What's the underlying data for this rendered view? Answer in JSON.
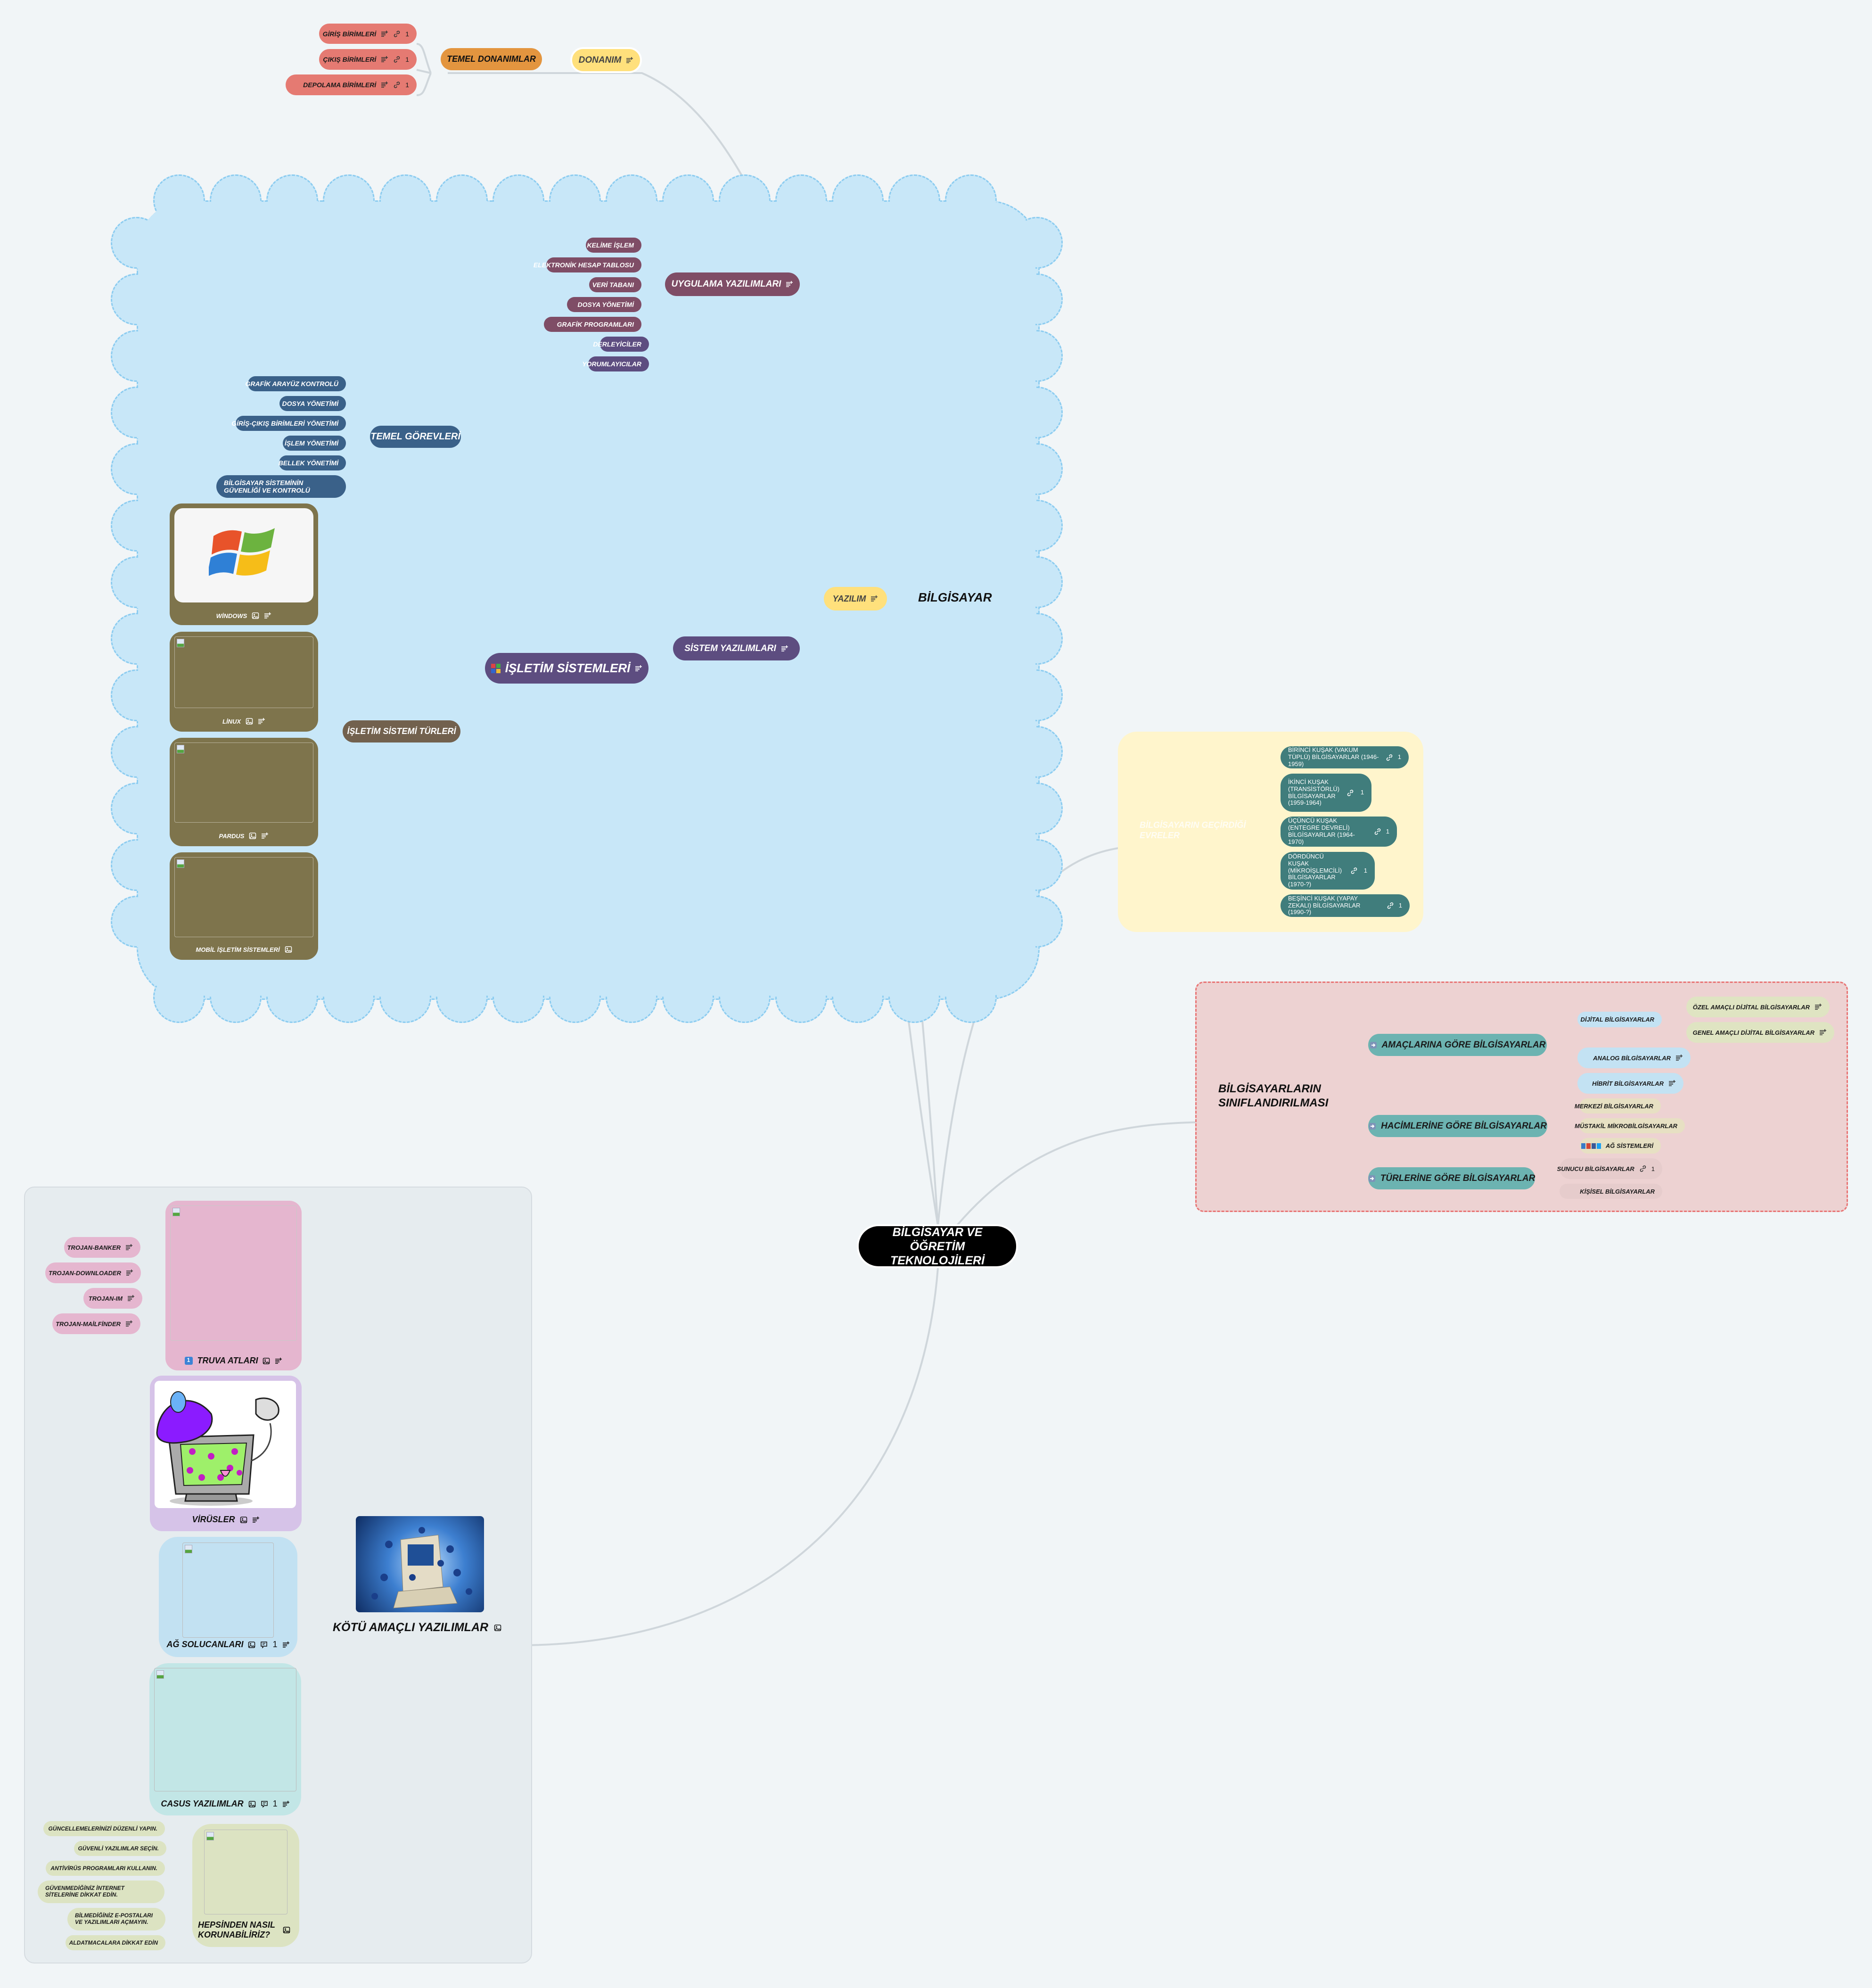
{
  "central": "BİLGİSAYAR VE ÖĞRETİM TEKNOLOJİLERİ",
  "donanim": {
    "label": "DONANIM",
    "temel": "TEMEL DONANIMLAR",
    "items": [
      {
        "label": "GİRİŞ BİRİMLERİ",
        "links": "1"
      },
      {
        "label": "ÇIKIŞ BİRİMLERİ",
        "links": "1"
      },
      {
        "label": "DEPOLAMA BİRİMLERİ",
        "links": "1"
      }
    ]
  },
  "bilgisayar": "BİLGİSAYAR",
  "yazilim": {
    "label": "YAZILIM",
    "uygulama": {
      "label": "UYGULAMA YAZILIMLARI",
      "items": [
        "KELİME İŞLEM",
        "ELEKTRONİK HESAP TABLOSU",
        "VERİ TABANI",
        "DOSYA YÖNETİMİ",
        "GRAFİK PROGRAMLARI"
      ]
    },
    "sistem": {
      "label": "SİSTEM YAZILIMLARI",
      "items": [
        "DERLEYİCİLER",
        "YORUMLAYICILAR"
      ]
    },
    "isletim": {
      "label": "İŞLETİM SİSTEMLERİ",
      "temel": {
        "label": "TEMEL GÖREVLERİ",
        "items": [
          "GRAFİK ARAYÜZ KONTROLÜ",
          "DOSYA YÖNETİMİ",
          "GİRİŞ-ÇIKIŞ BİRİMLERİ YÖNETİMİ",
          "İŞLEM YÖNETİMİ",
          "BELLEK YÖNETİMİ",
          "BİLGİSAYAR SİSTEMİNİN GÜVENLİĞİ VE KONTROLÜ"
        ]
      },
      "turler": {
        "label": "İŞLETİM SİSTEMİ TÜRLERİ",
        "items": [
          "WİNDOWS",
          "LİNUX",
          "PARDUS",
          "MOBİL İŞLETİM SİSTEMLERİ"
        ]
      }
    }
  },
  "evreler": {
    "title": "BİLGİSAYARIN GEÇİRDİĞİ EVRELER",
    "items": [
      {
        "label": "BİRİNCİ KUŞAK (VAKUM TÜPLÜ) BİLGİSAYARLAR (1946-1959)",
        "links": "1"
      },
      {
        "label": "İKİNCİ KUŞAK (TRANSİSTÖRLÜ) BİLGİSAYARLAR (1959-1964)",
        "links": "1"
      },
      {
        "label": "ÜÇÜNCÜ KUŞAK (ENTEGRE DEVRELİ) BİLGİSAYARLAR (1964-1970)",
        "links": "1"
      },
      {
        "label": "DÖRDÜNCÜ KUŞAK (MİKROİŞLEMCİLİ) BİLGİSAYARLAR (1970-?)",
        "links": "1"
      },
      {
        "label": "BEŞİNCİ KUŞAK (YAPAY ZEKALI) BİLGİSAYARLAR (1990-?)",
        "links": "1"
      }
    ]
  },
  "siniflandirma": {
    "title": "BİLGİSAYARLARIN SINIFLANDIRILMASI",
    "amac": {
      "label": "AMAÇLARINA GÖRE BİLGİSAYARLAR",
      "dijital": "DİJİTAL BİLGİSAYARLAR",
      "ozel": "ÖZEL AMAÇLI DİJİTAL BİLGİSAYARLAR",
      "genel": "GENEL AMAÇLI DİJİTAL BİLGİSAYARLAR",
      "analog": "ANALOG BİLGİSAYARLAR",
      "hibrit": "HİBRİT BİLGİSAYARLAR"
    },
    "hacim": {
      "label": "HACİMLERİNE GÖRE BİLGİSAYARLAR",
      "items": [
        "MERKEZİ BİLGİSAYARLAR",
        "MÜSTAKİL MİKROBİLGİSAYARLAR",
        "AĞ SİSTEMLERİ"
      ]
    },
    "tur": {
      "label": "TÜRLERİNE GÖRE BİLGİSAYARLAR",
      "sunucu": "SUNUCU BİLGİSAYARLAR",
      "sunucu_links": "1",
      "kisisel": "KİŞİSEL BİLGİSAYARLAR"
    }
  },
  "kotu": {
    "label": "KÖTÜ AMAÇLI YAZILIMLAR",
    "truva": {
      "label": "TRUVA ATLARI",
      "items": [
        "TROJAN-BANKER",
        "TROJAN-DOWNLOADER",
        "TROJAN-IM",
        "TROJAN-MAİLFİNDER"
      ]
    },
    "virusler": "VİRÜSLER",
    "solucan": {
      "label": "AĞ SOLUCANLARI",
      "comments": "1"
    },
    "casus": {
      "label": "CASUS YAZILIMLAR",
      "comments": "1"
    },
    "korunma": {
      "label": "HEPSİNDEN NASIL KORUNABİLİRİZ?",
      "items": [
        "GÜNCELLEMELERİNİZİ DÜZENLİ YAPIN.",
        "GÜVENLİ YAZILIMLAR SEÇİN.",
        "ANTİVİRÜS PROGRAMLARI KULLANIN.",
        "GÜVENMEDİĞİNİZ İNTERNET SİTELERİNE DİKKAT EDİN.",
        "BİLMEDİĞİNİZ E-POSTALARI VE YAZILIMLARI AÇMAYIN.",
        "ALDATMACALARA DİKKAT EDİN"
      ]
    }
  },
  "colors": {
    "background": "#f1f5f7",
    "hardware_pill": "#e57a72",
    "temel_donanim": "#e3953f",
    "yellow_topic": "#ffe07c",
    "uygulama": "#7f4d66",
    "sistem": "#5d4d80",
    "temel_gorev": "#3a6189",
    "os_card": "#7e744c",
    "evre": "#407d7c",
    "siniflandirma_box": "#edd2d2",
    "amac": "#6cb3b1"
  }
}
